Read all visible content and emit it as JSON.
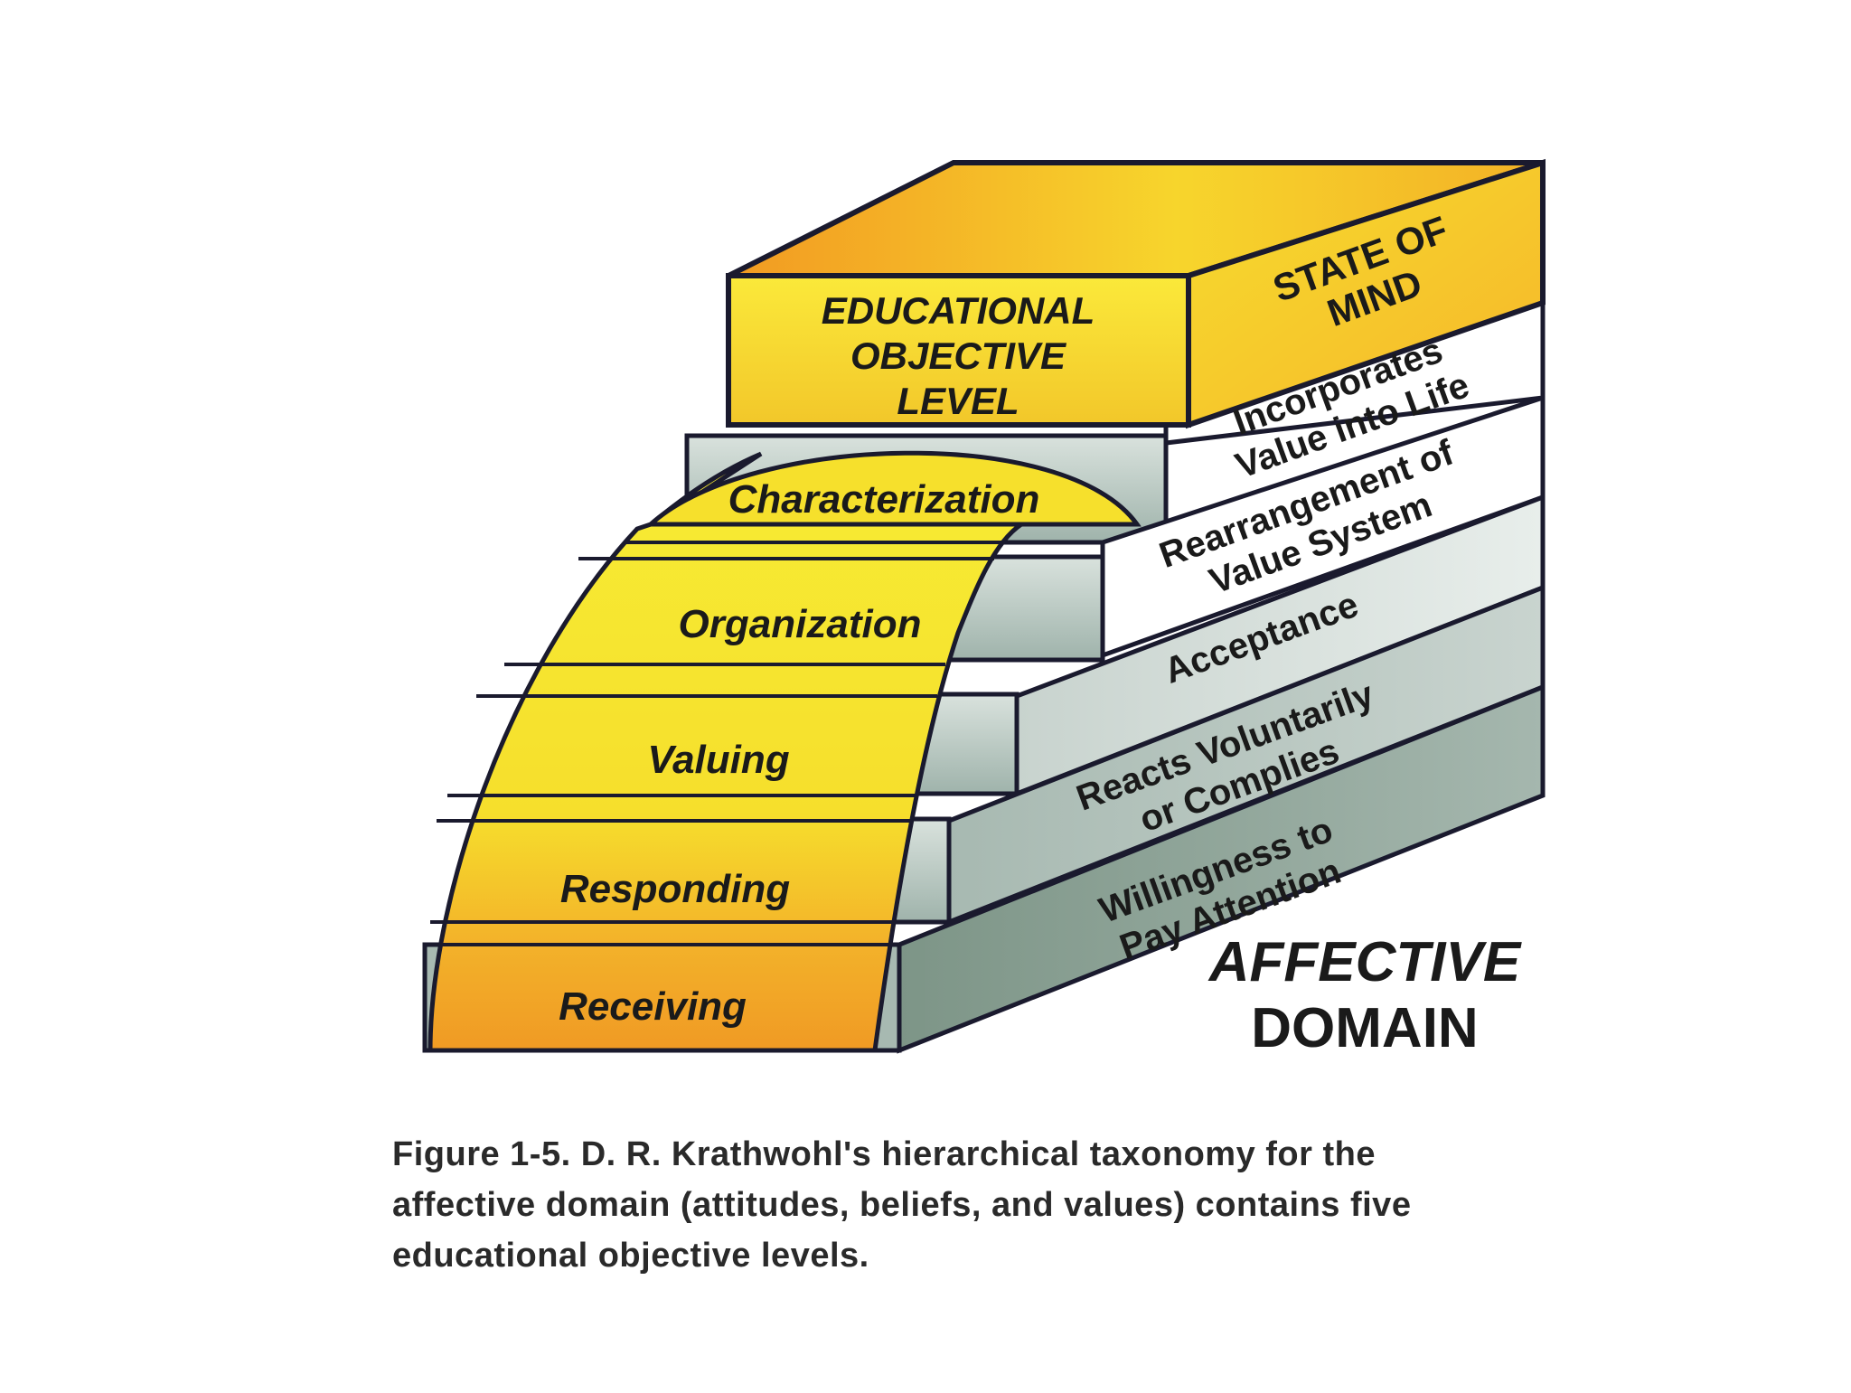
{
  "header": {
    "educational_objective_level": [
      "EDUCATIONAL",
      "OBJECTIVE",
      "LEVEL"
    ],
    "state_of_mind": [
      "STATE OF",
      "MIND"
    ]
  },
  "levels": [
    {
      "name": "Characterization",
      "state": [
        "Incorporates",
        "Value into Life"
      ]
    },
    {
      "name": "Organization",
      "state": [
        "Rearrangement of",
        "Value System"
      ]
    },
    {
      "name": "Valuing",
      "state": [
        "Acceptance"
      ]
    },
    {
      "name": "Responding",
      "state": [
        "Reacts Voluntarily",
        "or Complies"
      ]
    },
    {
      "name": "Receiving",
      "state": [
        "Willingness to",
        "Pay Attention"
      ]
    }
  ],
  "domain_label": [
    "AFFECTIVE",
    "DOMAIN"
  ],
  "caption": [
    "Figure 1-5. D. R. Krathwohl's hierarchical taxonomy for the",
    "affective domain (attitudes, beliefs, and values) contains five",
    "educational objective levels."
  ],
  "colors": {
    "yellow": "#f5e52a",
    "orange": "#f0a22a",
    "gray_front": "#b9c8c2",
    "gray_side": "#7f9a8c",
    "outline": "#1a1a2e"
  }
}
